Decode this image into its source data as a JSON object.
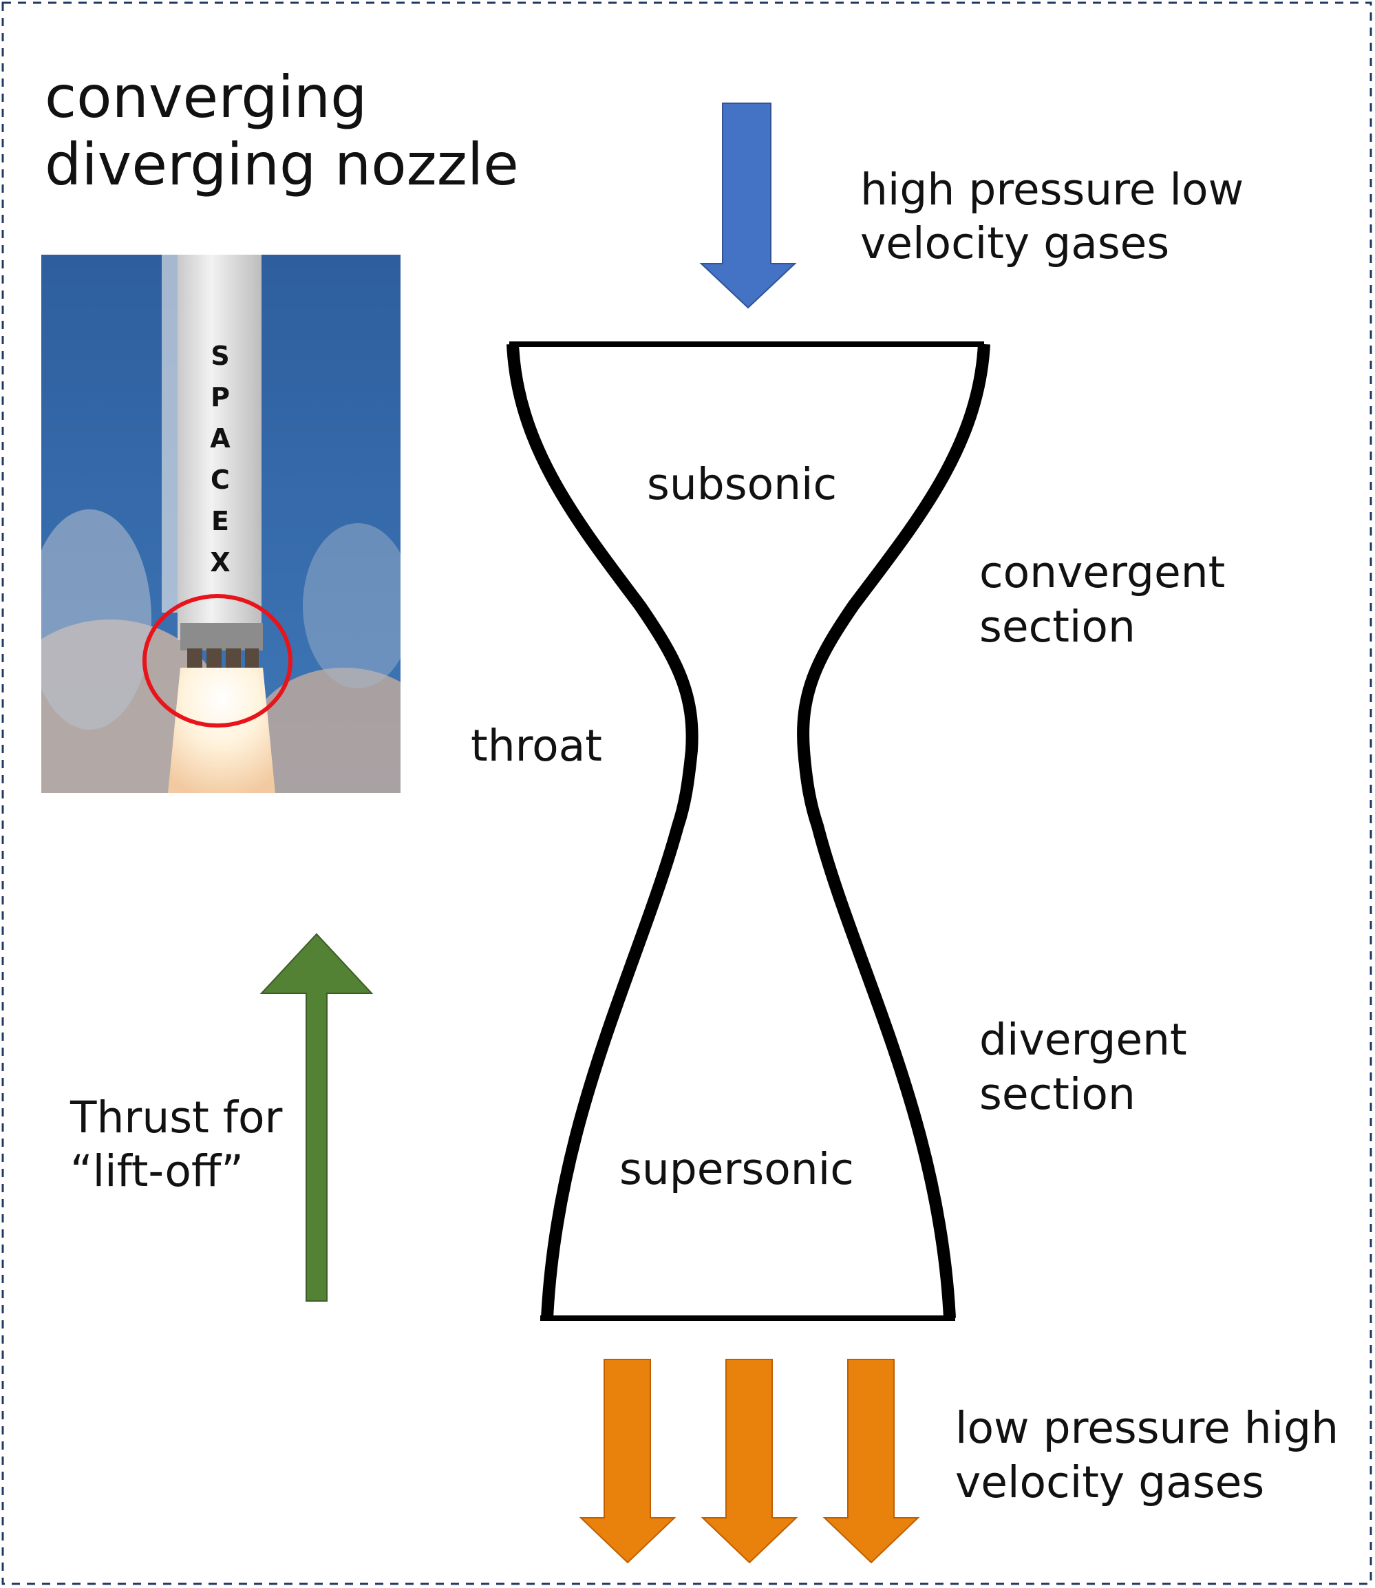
{
  "title": {
    "line1": "converging",
    "line2": "diverging nozzle"
  },
  "labels": {
    "inlet": {
      "line1": "high pressure low",
      "line2": "velocity gases"
    },
    "subsonic": "subsonic",
    "convergent": {
      "line1": "convergent",
      "line2": "section"
    },
    "throat": "throat",
    "divergent": {
      "line1": "divergent",
      "line2": "section"
    },
    "supersonic": "supersonic",
    "thrust": {
      "line1": "Thrust for",
      "line2": "“lift-off”"
    },
    "outlet": {
      "line1": "low pressure high",
      "line2": "velocity gases"
    }
  },
  "photo": {
    "subject": "SpaceX rocket lift-off with engine nozzles circled",
    "logo_text": "SPACEX"
  },
  "colors": {
    "inlet_arrow": "#4472C4",
    "thrust_arrow": "#548235",
    "exhaust_arrow": "#E8820C",
    "highlight_circle": "#E8141B",
    "border": "#1F3864",
    "nozzle_wall": "#000000"
  }
}
